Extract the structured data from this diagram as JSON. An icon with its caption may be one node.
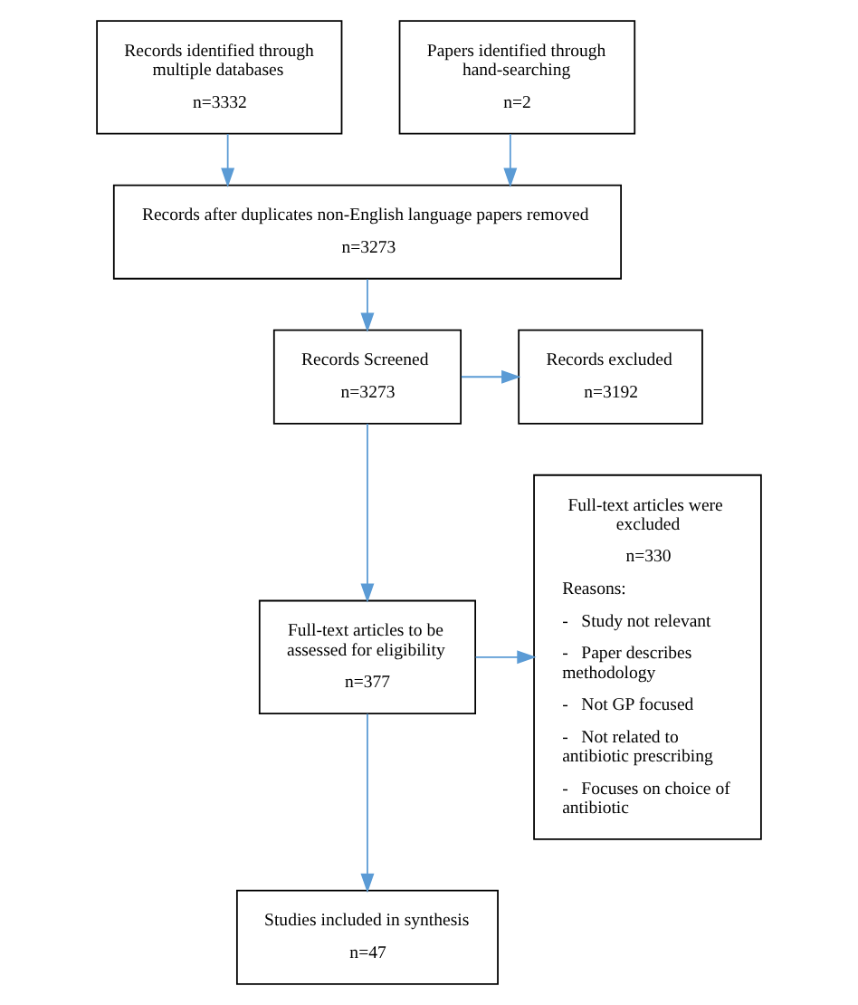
{
  "diagram": {
    "nodes": [
      {
        "text": [
          "Records identified through multiple databases",
          "n=3332"
        ]
      },
      {
        "text": [
          "Papers identified through hand-searching",
          "n=2"
        ]
      },
      {
        "text": [
          "Records after duplicates non-English language papers removed",
          "n=3273"
        ]
      },
      {
        "text": [
          "Records Screened",
          "n=3273"
        ]
      },
      {
        "text": [
          "Records excluded",
          "n=3192"
        ]
      },
      {
        "text": [
          "Full-text articles to be assessed for eligibility",
          "n=377"
        ]
      },
      {
        "text": [
          "Full-text articles were excluded",
          "n=330",
          "Reasons:",
          "-   Study not relevant",
          "-   Paper describes methodology",
          "-   Not GP focused",
          "-   Not related to antibiotic prescribing",
          "-   Focuses on choice of antibiotic"
        ]
      },
      {
        "text": [
          "Studies included in synthesis",
          "n=47"
        ]
      }
    ],
    "edges": [
      {
        "from": 0,
        "to": 2,
        "arrow": "to"
      },
      {
        "from": 1,
        "to": 2,
        "arrow": "to"
      },
      {
        "from": 2,
        "to": 3,
        "arrow": "to"
      },
      {
        "from": 3,
        "to": 4,
        "arrow": "to"
      },
      {
        "from": 3,
        "to": 5,
        "arrow": "to"
      },
      {
        "from": 5,
        "to": 6,
        "arrow": "to"
      },
      {
        "from": 5,
        "to": 7,
        "arrow": "to"
      }
    ]
  }
}
